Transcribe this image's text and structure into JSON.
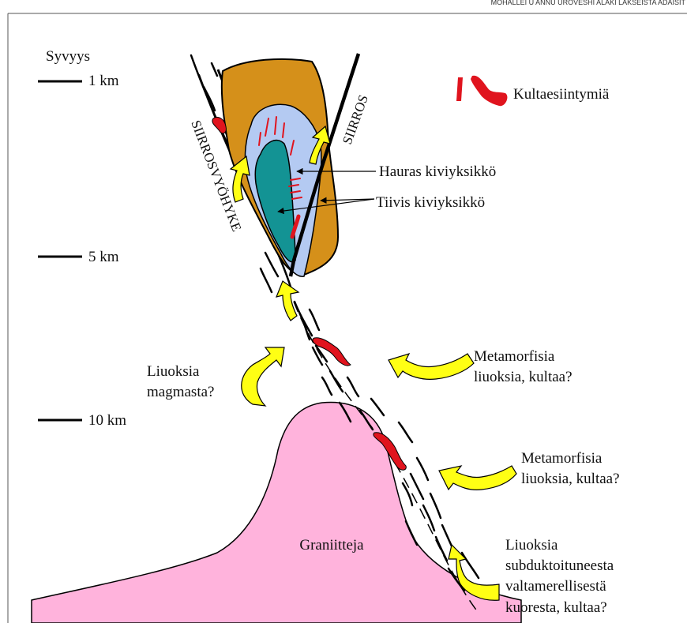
{
  "header": {
    "caption": "MOHALLEI U ANNU UROVESHI ALAKI LAKSEISTA ADAISIT"
  },
  "depth_scale": {
    "title": "Syvyys",
    "marks": [
      {
        "label": "1 km"
      },
      {
        "label": "5 km"
      },
      {
        "label": "10 km"
      }
    ]
  },
  "legend": {
    "label": "Kultaesiintymiä",
    "color": "#e0141e"
  },
  "structures": {
    "shear_zone_label": "SIIRROSVYÖHYKE",
    "fault_label": "SIIRROS"
  },
  "units": {
    "brittle_label": "Hauras kiviyksikkö",
    "dense_label": "Tiivis kiviyksikkö"
  },
  "sources": {
    "magma": {
      "line1": "Liuoksia",
      "line2": "magmasta?"
    },
    "metamorphic_upper": {
      "line1": "Metamorfisia",
      "line2": "liuoksia, kultaa?"
    },
    "metamorphic_lower": {
      "line1": "Metamorfisia",
      "line2": "liuoksia, kultaa?"
    },
    "subducted": {
      "line1": "Liuoksia",
      "line2": "subduktoituneesta",
      "line3": "valtamerellisestä",
      "line4": "kuoresta, kultaa?"
    }
  },
  "granite": {
    "label": "Graniitteja",
    "color": "#ffb3dc"
  },
  "colors": {
    "orange_unit": "#d5901a",
    "light_blue_unit": "#b4caf2",
    "teal_unit": "#139394",
    "arrow_fill": "#ffff14",
    "gold": "#e0141e"
  }
}
